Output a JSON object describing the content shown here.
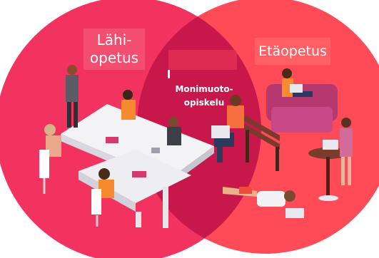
{
  "venn": {
    "left_label": "Lähi-\nopetus",
    "right_label": "Etäopetus",
    "overlap_label": "Monimuoto-\nopiskelu",
    "colors": {
      "left_circle": "#f2335f",
      "right_circle": "#ff4b57",
      "overlap": "#c8174b"
    }
  }
}
